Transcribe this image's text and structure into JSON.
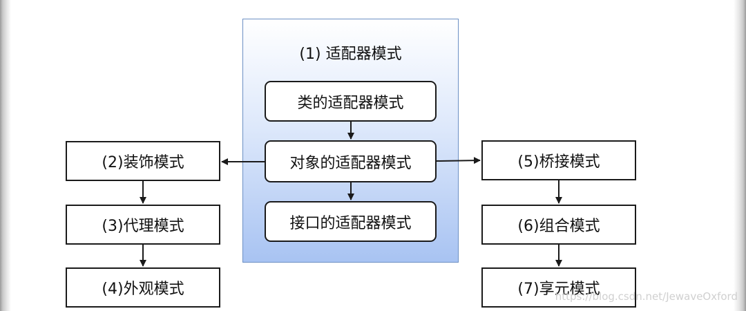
{
  "group": {
    "title": "(1) 适配器模式",
    "items": [
      "类的适配器模式",
      "对象的适配器模式",
      "接口的适配器模式"
    ]
  },
  "left_chain": [
    "(2)装饰模式",
    "(3)代理模式",
    "(4)外观模式"
  ],
  "right_chain": [
    "(5)桥接模式",
    "(6)组合模式",
    "(7)享元模式"
  ],
  "watermark": "https://blog.csdn.net/JewaveOxford",
  "colors": {
    "group_top": "#ffffff",
    "group_bottom": "#a8c3f2",
    "group_border": "#6b8fc4",
    "box_border": "#1a1a1a",
    "arrow": "#1a1a1a"
  }
}
